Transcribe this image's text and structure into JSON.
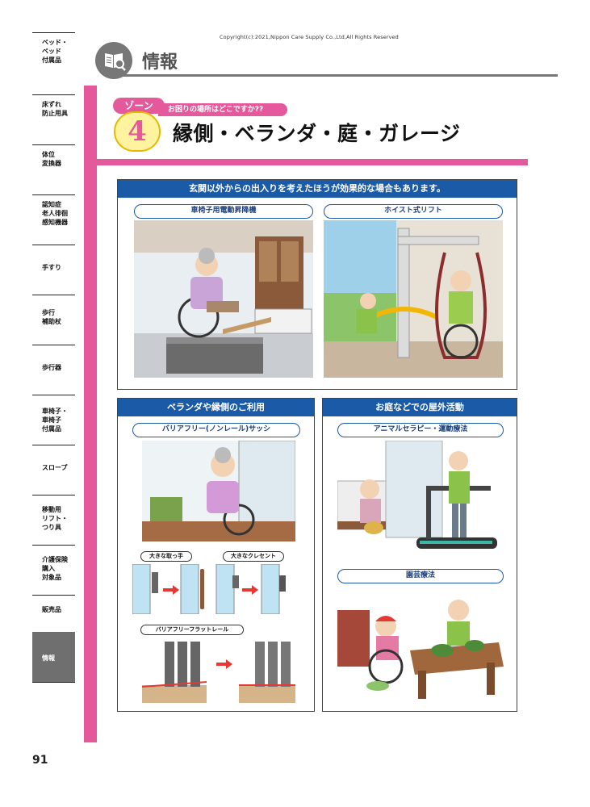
{
  "copyright": "Copyright(c):2021,Nippon Care Supply Co.,Ltd,All Rights Reserved",
  "header": {
    "title": "情報"
  },
  "sidebar": {
    "items": [
      {
        "label": "ベッド・\nベッド\n付属品"
      },
      {
        "label": "床ずれ\n防止用具"
      },
      {
        "label": "体位\n変換器"
      },
      {
        "label": "認知症\n老人徘徊\n感知機器"
      },
      {
        "label": "手すり"
      },
      {
        "label": "歩行\n補助杖"
      },
      {
        "label": "歩行器"
      },
      {
        "label": "車椅子・\n車椅子\n付属品"
      },
      {
        "label": "スロープ"
      },
      {
        "label": "移動用\nリフト・\nつり具"
      },
      {
        "label": "介護保険\n購入\n対象品"
      },
      {
        "label": "販売品"
      },
      {
        "label": "情報"
      }
    ]
  },
  "zone": {
    "tag": "ゾーン",
    "number": "4",
    "question": "お困りの場所はどこですか??",
    "title": "縁側・ベランダ・庭・ガレージ"
  },
  "top_panel": {
    "heading": "玄関以外からの出入りを考えたほうが効果的な場合もあります。",
    "left_label": "車椅子用電動昇降機",
    "right_label": "ホイスト式リフト"
  },
  "veranda_panel": {
    "heading": "ベランダや縁側のご利用",
    "label": "バリアフリー(ノンレール)サッシ",
    "handle_label": "大きな取っ手",
    "crescent_label": "大きなクレセント",
    "rail_label": "バリアフリーフラットレール"
  },
  "garden_panel": {
    "heading": "お庭などでの屋外活動",
    "therapy_label": "アニマルセラピー・運動療法",
    "gardening_label": "園芸療法"
  },
  "page_number": "91",
  "colors": {
    "pink": "#e4589c",
    "blue": "#1b5aa6",
    "gray": "#777777",
    "yellow": "#fff3a0"
  }
}
